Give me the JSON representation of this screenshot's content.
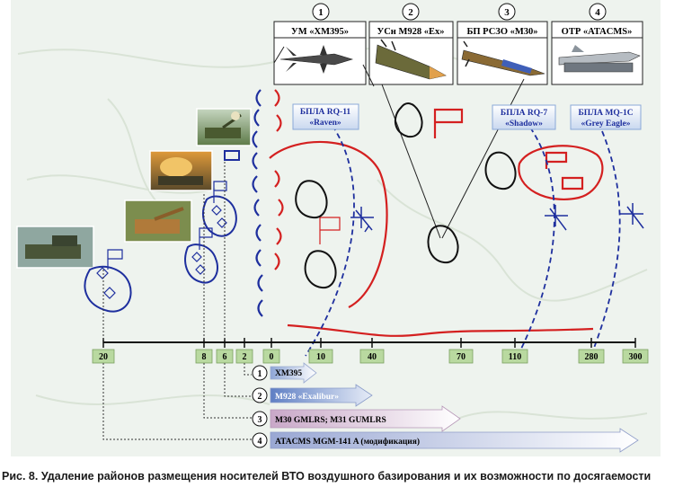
{
  "weapons": [
    {
      "num": "1",
      "label": "УМ «XM395»"
    },
    {
      "num": "2",
      "label": "УСн М928 «Ex»"
    },
    {
      "num": "3",
      "label": "БП РСЗО «М30»"
    },
    {
      "num": "4",
      "label": "ОТР «ATACMS»"
    }
  ],
  "uavs": [
    {
      "line1": "БПЛА RQ-11",
      "line2": "«Raven»"
    },
    {
      "line1": "БПЛА RQ-7",
      "line2": "«Shadow»"
    },
    {
      "line1": "БПЛА MQ-1C",
      "line2": "«Grey Eagle»"
    }
  ],
  "left_ticks": [
    "20",
    "8",
    "6",
    "2",
    "0"
  ],
  "right_ticks": [
    "10",
    "40",
    "70",
    "110",
    "280",
    "300"
  ],
  "ranges": [
    {
      "num": "1",
      "label": "XM395"
    },
    {
      "num": "2",
      "label": "M928 «Exalibur»"
    },
    {
      "num": "3",
      "label": "M30 GMLRS; M31 GUMLRS"
    },
    {
      "num": "4",
      "label": "ATACMS MGM-141 A (модификация)"
    }
  ],
  "caption": "Рис. 8. Удаление районов размещения носителей ВТО воздушного базирования и их возможности по досягаемости",
  "colors": {
    "red": "#d42020",
    "blue": "#1e2f9e",
    "axis": "#111111",
    "green_box": "#b9d9a0"
  }
}
